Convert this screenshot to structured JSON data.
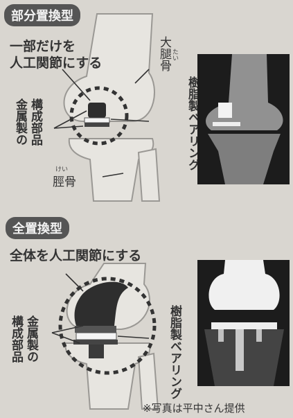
{
  "partial": {
    "badge": "部分置換型",
    "caption_line1": "一部だけを",
    "caption_line2": "人工関節にする",
    "femur": "大腿骨",
    "femur_ruby": "たい",
    "tibia": "脛骨",
    "tibia_ruby": "けい",
    "metal_line1": "金属製の",
    "metal_line2": "構成部品",
    "bearing": "樹脂製ベアリング"
  },
  "total": {
    "badge": "全置換型",
    "caption": "全体を人工関節にする",
    "metal_line1": "金属製の",
    "metal_line2": "構成部品",
    "bearing": "樹脂製ベアリング"
  },
  "footnote": "※写真は平中さん提供"
}
